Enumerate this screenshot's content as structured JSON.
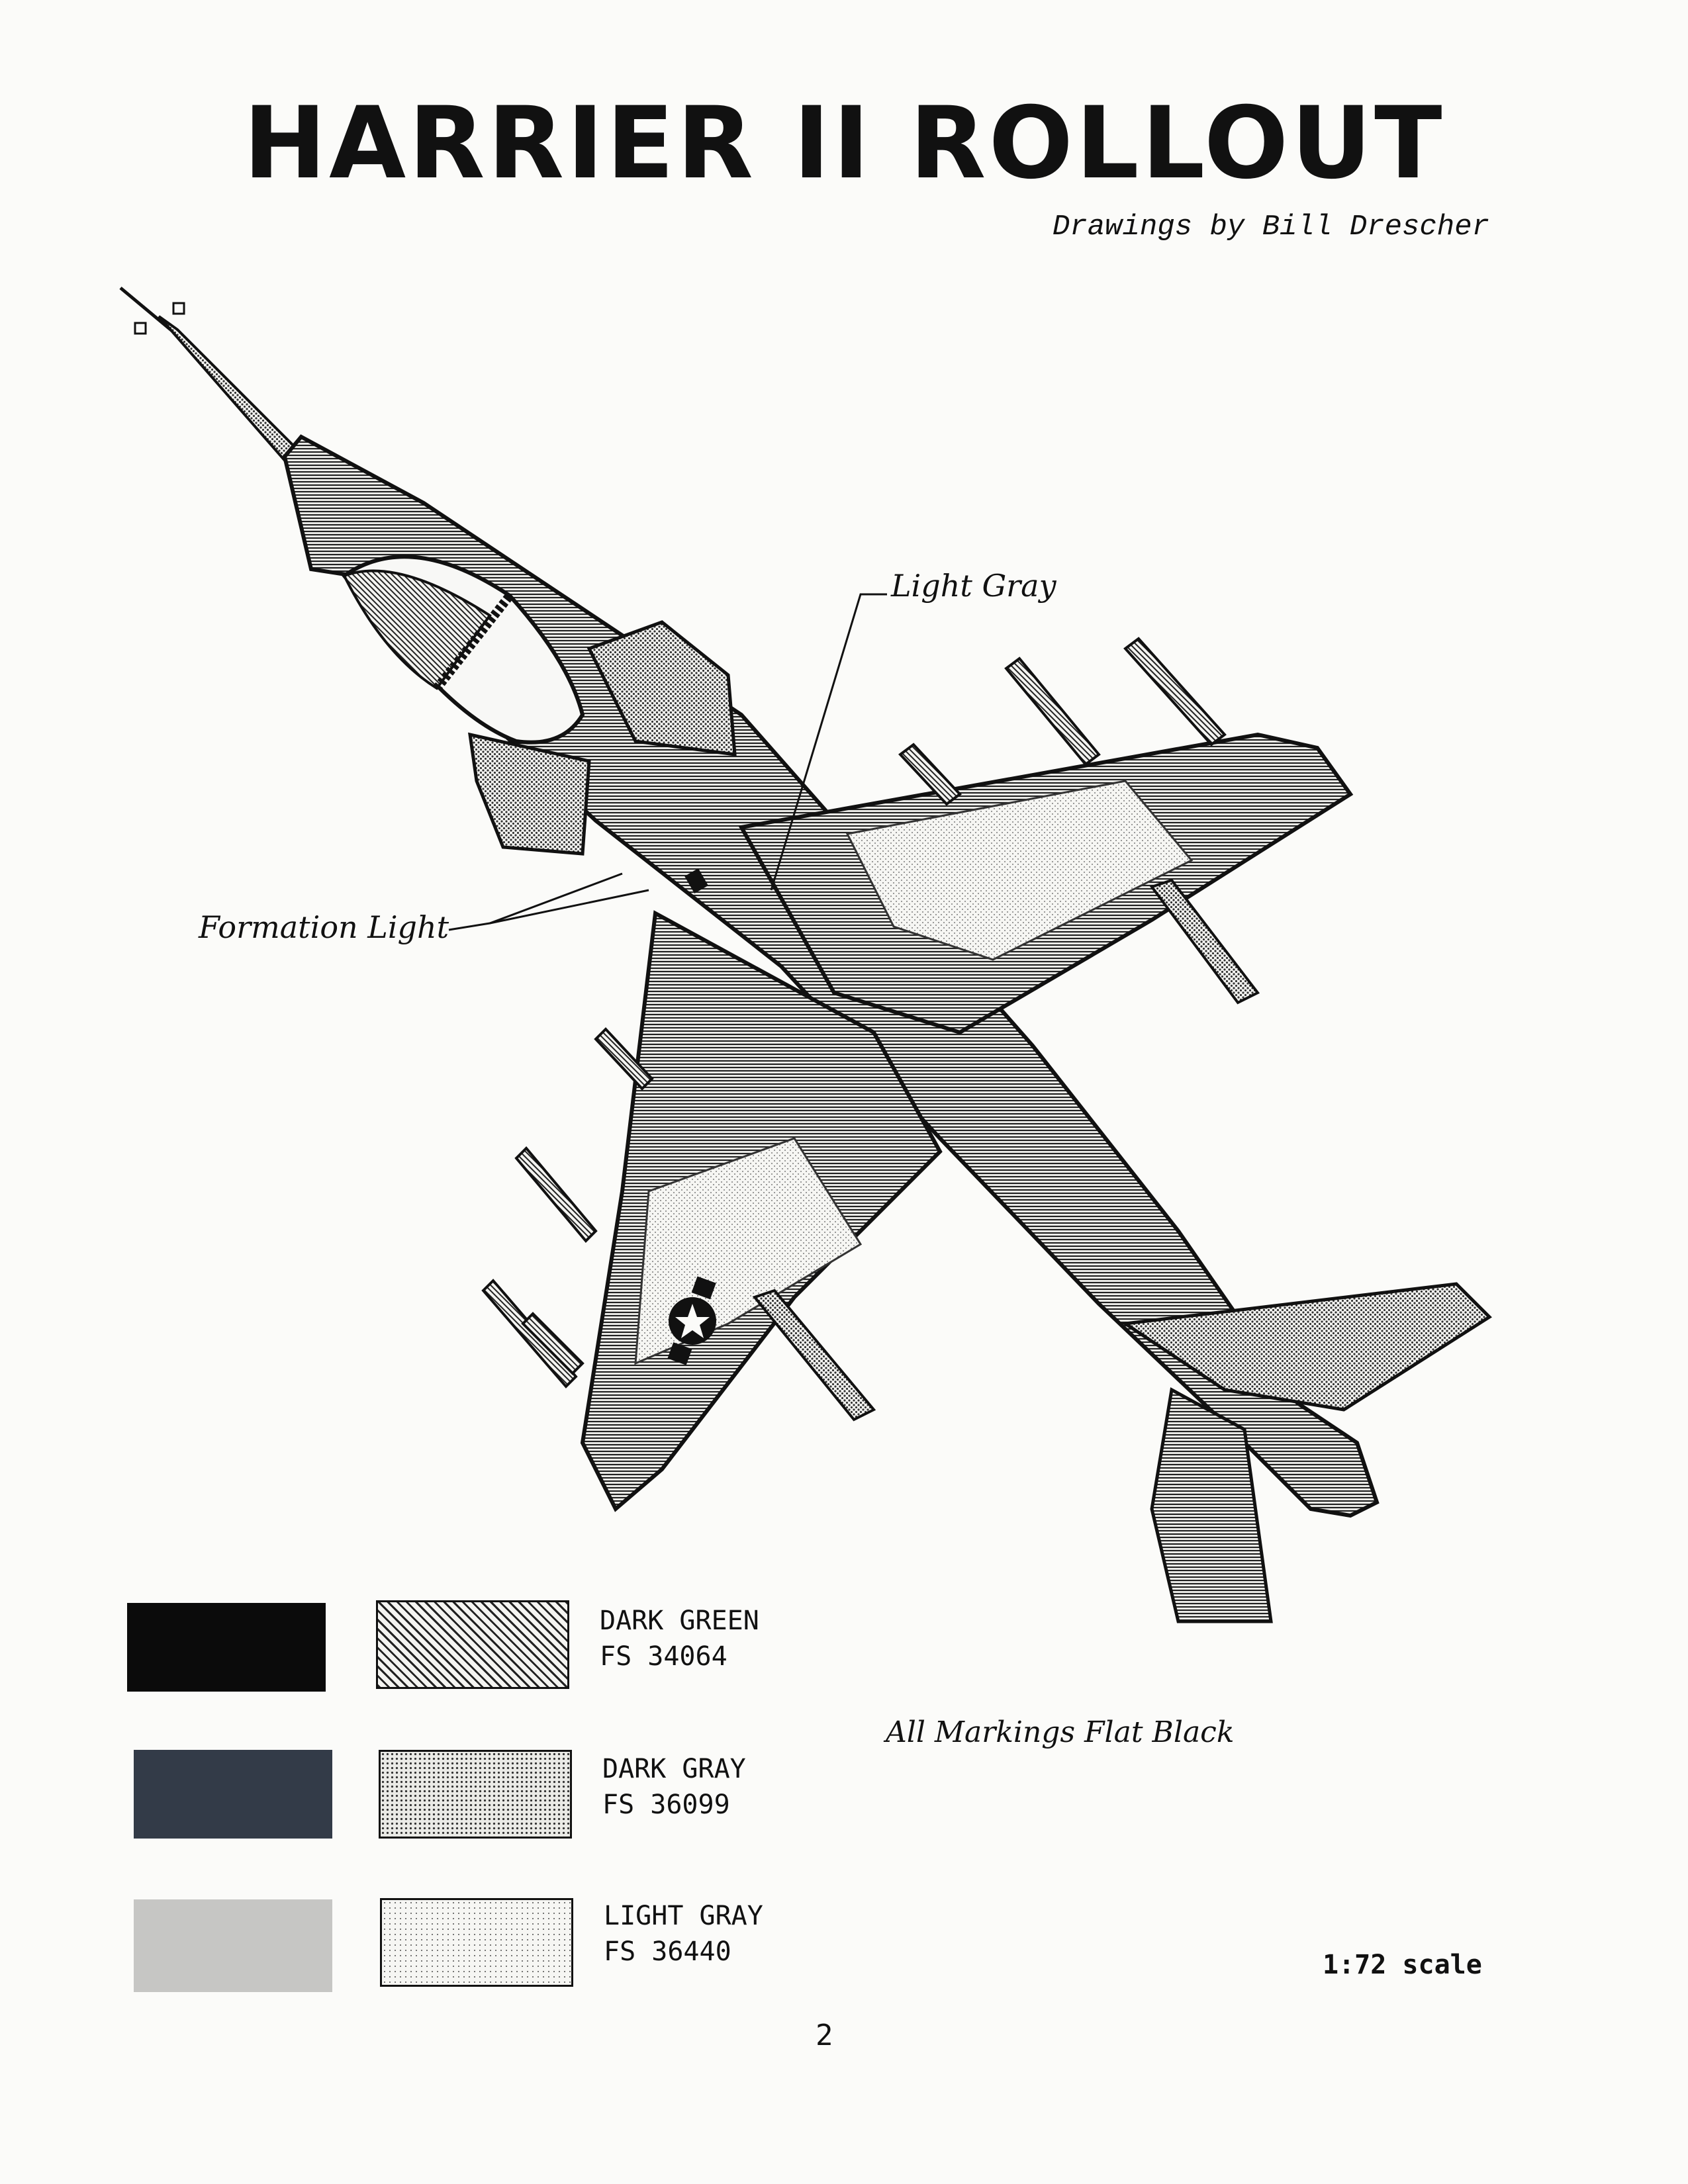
{
  "page": {
    "title": "HARRIER II ROLLOUT",
    "credit": "Drawings by Bill Drescher",
    "page_number": "2"
  },
  "callouts": {
    "light_gray": "Light Gray",
    "formation_light": "Formation Light"
  },
  "legend": [
    {
      "name": "DARK GREEN",
      "fs": "FS 34064",
      "color": "#0b0b0b",
      "pattern": "diagonal-hatch"
    },
    {
      "name": "DARK GRAY",
      "fs": "FS 36099",
      "color": "#333b48",
      "pattern": "dense-dots"
    },
    {
      "name": "LIGHT GRAY",
      "fs": "FS 36440",
      "color": "#c6c6c4",
      "pattern": "light-dots"
    }
  ],
  "notes": {
    "markings": "All Markings Flat Black",
    "scale": "1:72 scale"
  }
}
